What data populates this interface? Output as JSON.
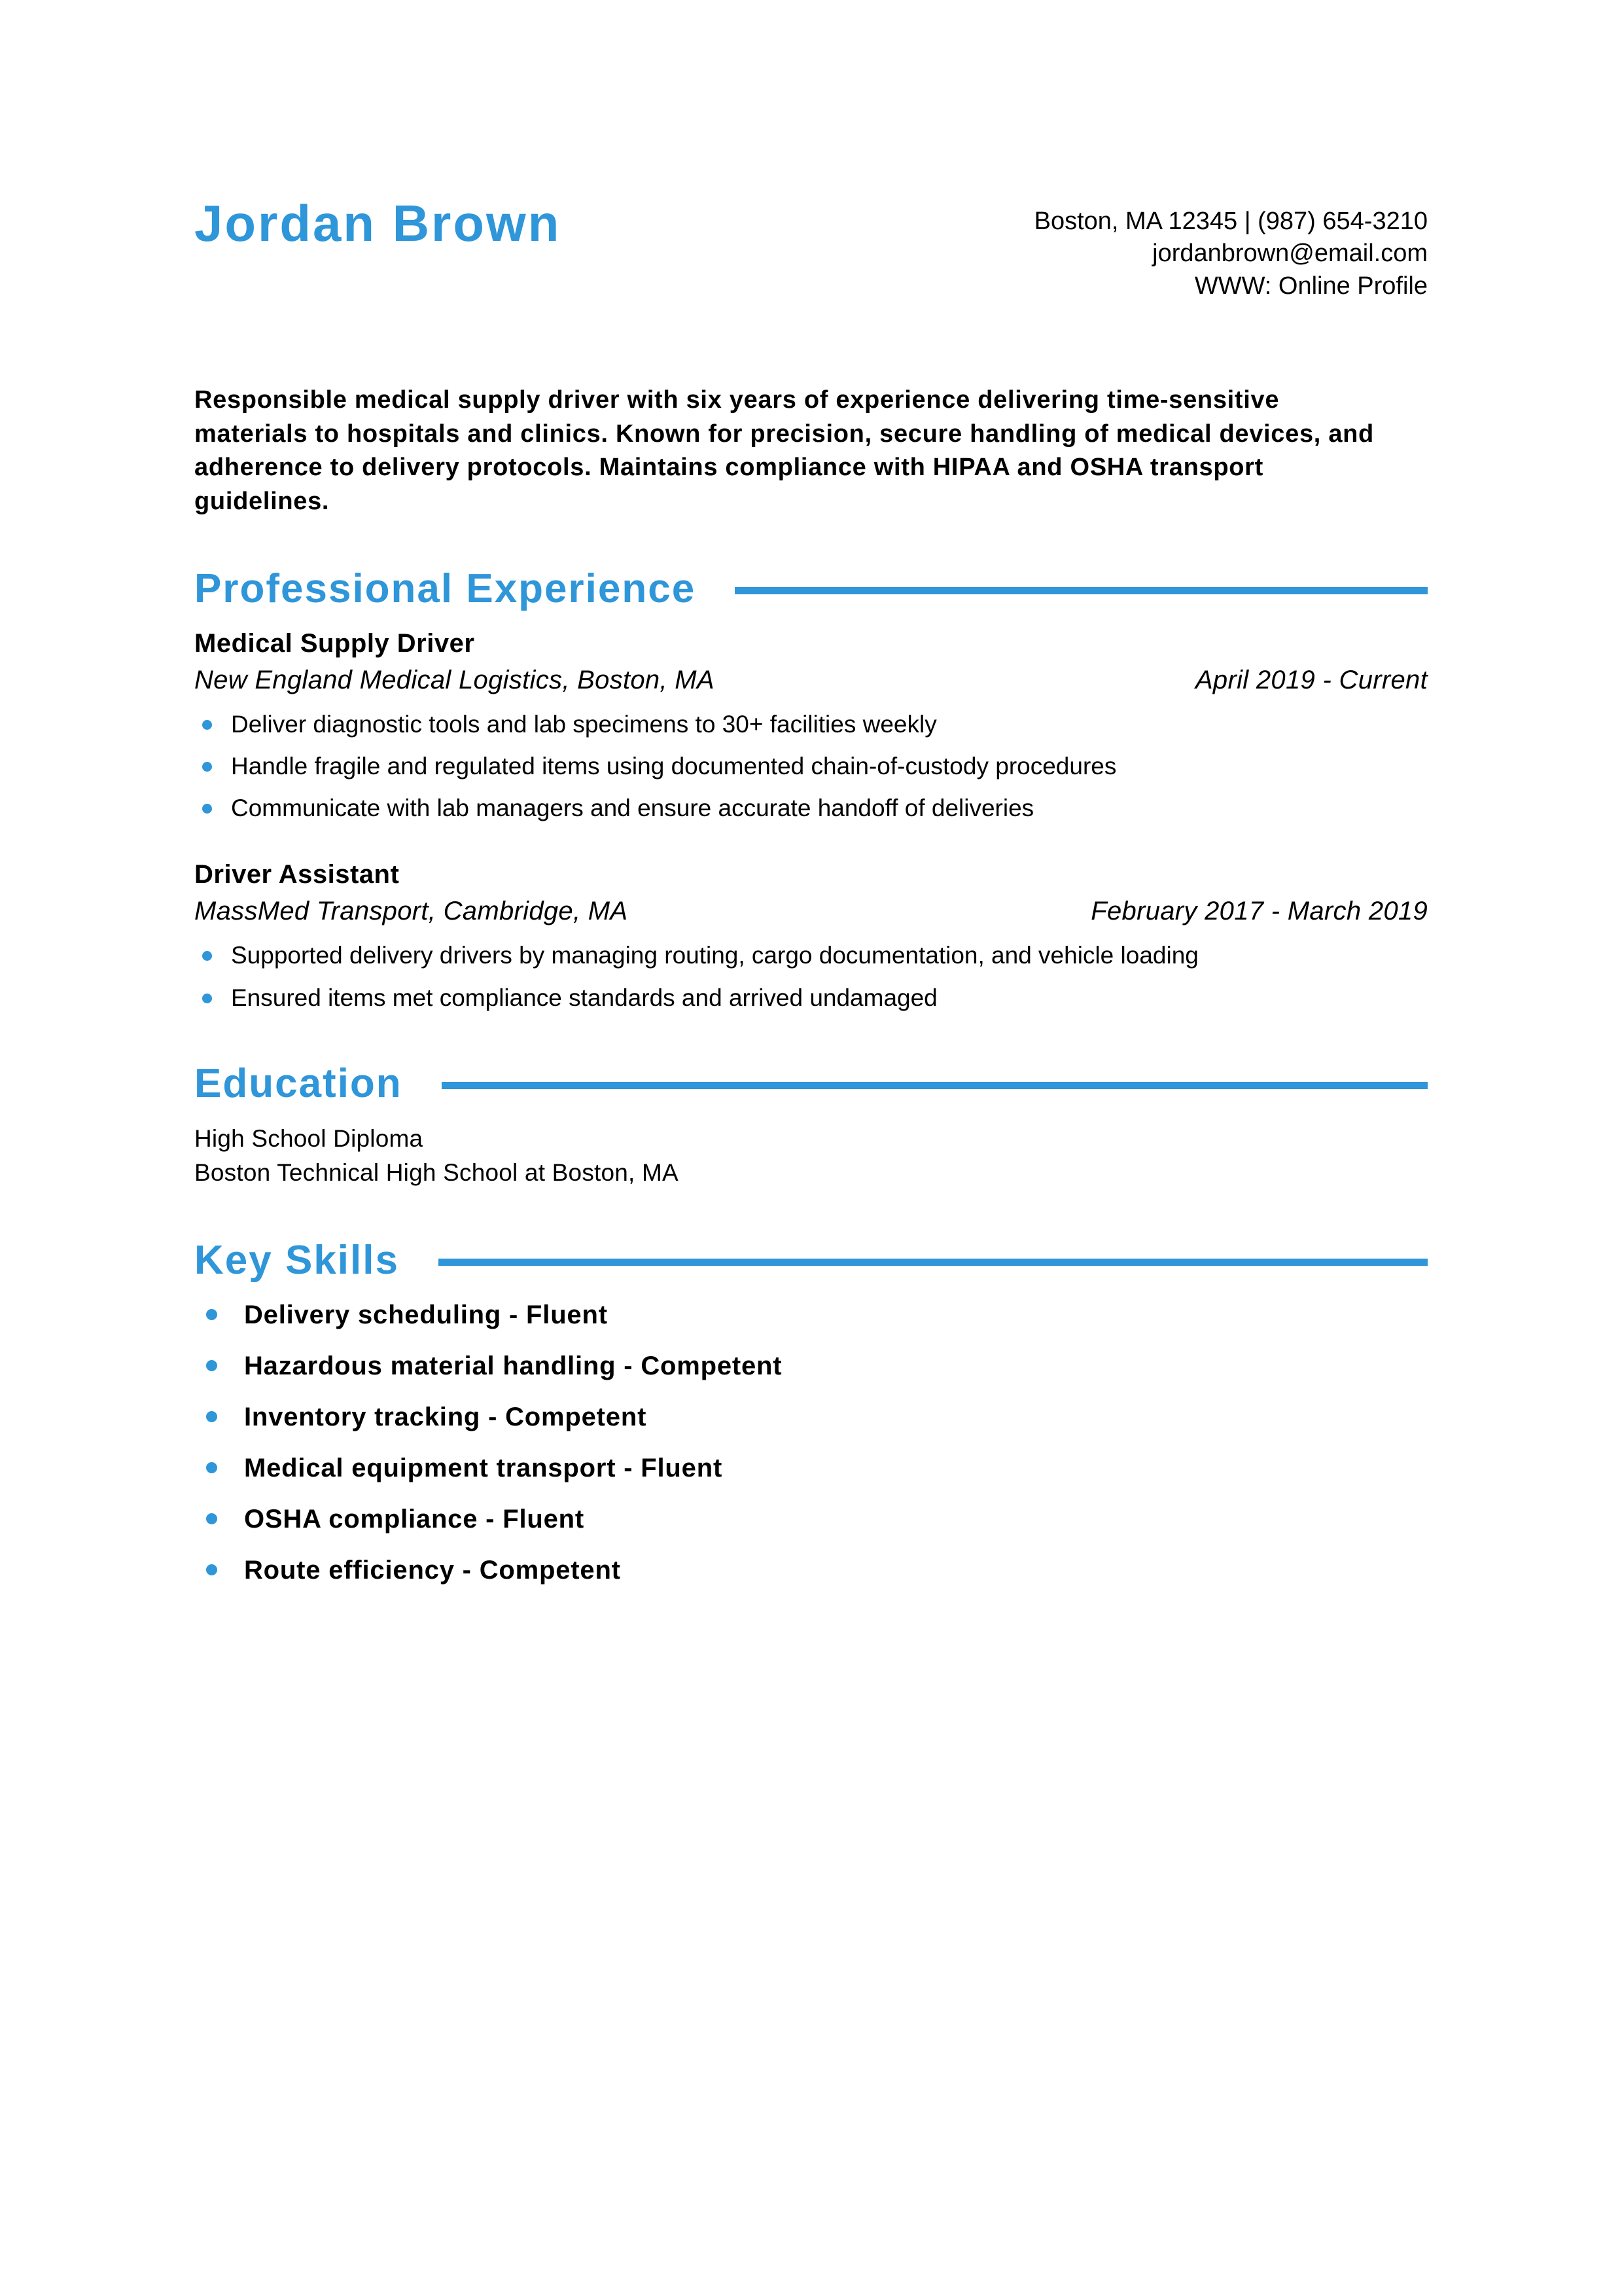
{
  "header": {
    "name": "Jordan Brown",
    "contact": [
      "Boston, MA 12345 | (987) 654-3210",
      "jordanbrown@email.com",
      "WWW: Online Profile"
    ]
  },
  "summary": "Responsible medical supply driver with six years of experience delivering time-sensitive materials to hospitals and clinics. Known for precision, secure handling of medical devices, and adherence to delivery protocols. Maintains compliance with HIPAA and OSHA transport guidelines.",
  "sections": {
    "experience": {
      "title": "Professional Experience",
      "jobs": [
        {
          "title": "Medical Supply Driver",
          "org": "New England Medical Logistics, Boston, MA",
          "dates": "April 2019 - Current",
          "bullets": [
            "Deliver diagnostic tools and lab specimens to 30+ facilities weekly",
            "Handle fragile and regulated items using documented chain-of-custody procedures",
            "Communicate with lab managers and ensure accurate handoff of deliveries"
          ]
        },
        {
          "title": "Driver Assistant",
          "org": "MassMed Transport, Cambridge, MA",
          "dates": "February 2017 - March 2019",
          "bullets": [
            "Supported delivery drivers by managing routing, cargo documentation, and vehicle loading",
            "Ensured items met compliance standards and arrived undamaged"
          ]
        }
      ]
    },
    "education": {
      "title": "Education",
      "degree": "High School Diploma",
      "school": "Boston Technical High School at Boston, MA"
    },
    "skills": {
      "title": "Key Skills",
      "items": [
        "Delivery scheduling - Fluent",
        "Hazardous material handling - Competent",
        "Inventory tracking - Competent",
        "Medical equipment transport - Fluent",
        "OSHA compliance - Fluent",
        "Route efficiency - Competent"
      ]
    }
  },
  "colors": {
    "accent": "#2e96d9",
    "text": "#000000",
    "background": "#ffffff"
  }
}
